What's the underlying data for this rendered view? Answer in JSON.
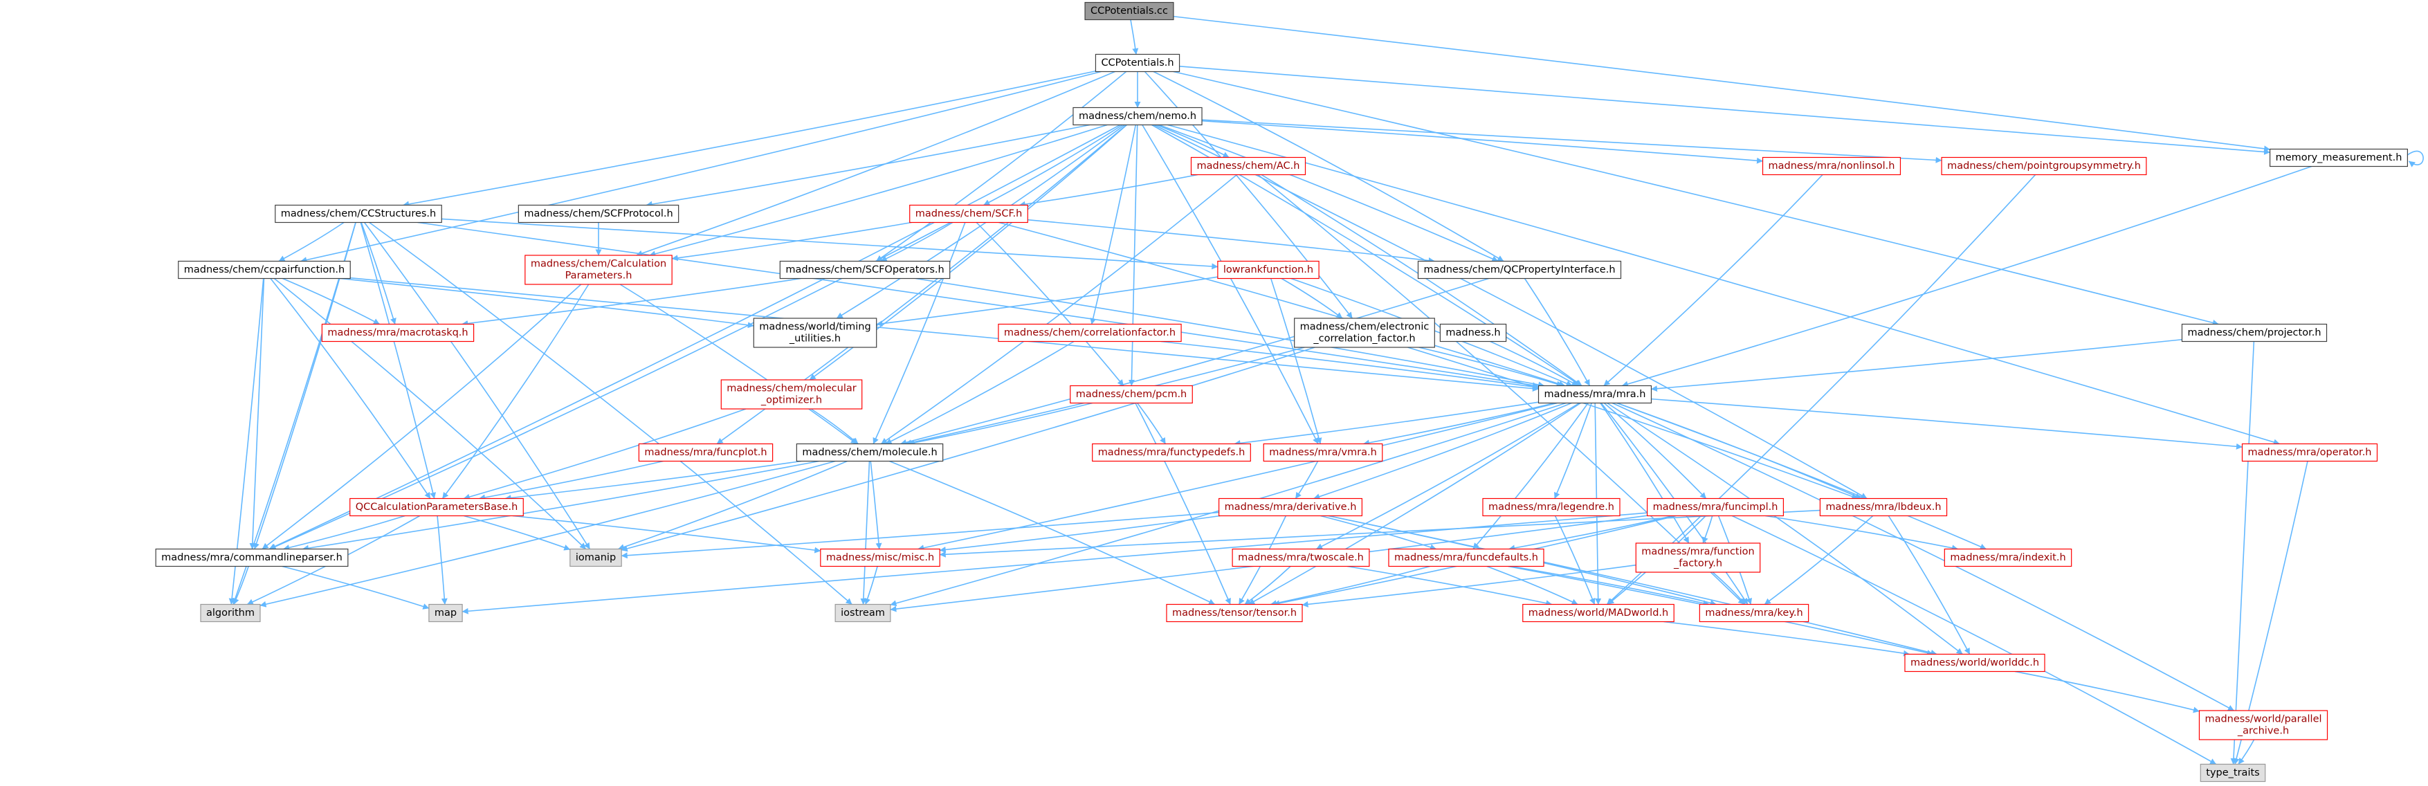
{
  "colors": {
    "edge": "#63b8ff",
    "root_fill": "#999999",
    "normal_fill": "#ffffff",
    "normal_stroke": "#404040",
    "incomplete_stroke": "#ff0000",
    "incomplete_text": "#9a0000",
    "system_fill": "#e0e0e0",
    "system_stroke": "#999999",
    "text": "#000000"
  },
  "nodes": [
    {
      "id": "cc",
      "lines": [
        "CCPotentials.cc"
      ],
      "kind": "root"
    },
    {
      "id": "ch",
      "lines": [
        "CCPotentials.h"
      ],
      "kind": "normal"
    },
    {
      "id": "memm",
      "lines": [
        "memory_measurement.h"
      ],
      "kind": "normal"
    },
    {
      "id": "nemo",
      "lines": [
        "madness/chem/nemo.h"
      ],
      "kind": "normal"
    },
    {
      "id": "ac",
      "lines": [
        "madness/chem/AC.h"
      ],
      "kind": "incomplete"
    },
    {
      "id": "nonlinsol",
      "lines": [
        "madness/mra/nonlinsol.h"
      ],
      "kind": "incomplete"
    },
    {
      "id": "pgs",
      "lines": [
        "madness/chem/pointgroupsymmetry.h"
      ],
      "kind": "incomplete"
    },
    {
      "id": "ccs",
      "lines": [
        "madness/chem/CCStructures.h"
      ],
      "kind": "normal"
    },
    {
      "id": "scfp",
      "lines": [
        "madness/chem/SCFProtocol.h"
      ],
      "kind": "normal"
    },
    {
      "id": "scf",
      "lines": [
        "madness/chem/SCF.h"
      ],
      "kind": "incomplete"
    },
    {
      "id": "ccpf",
      "lines": [
        "madness/chem/ccpairfunction.h"
      ],
      "kind": "normal"
    },
    {
      "id": "calcp",
      "lines": [
        "madness/chem/Calculation",
        "Parameters.h"
      ],
      "kind": "incomplete"
    },
    {
      "id": "scfop",
      "lines": [
        "madness/chem/SCFOperators.h"
      ],
      "kind": "normal"
    },
    {
      "id": "lowrank",
      "lines": [
        "lowrankfunction.h"
      ],
      "kind": "incomplete"
    },
    {
      "id": "qcprop",
      "lines": [
        "madness/chem/QCPropertyInterface.h"
      ],
      "kind": "normal"
    },
    {
      "id": "macrotask",
      "lines": [
        "madness/mra/macrotaskq.h"
      ],
      "kind": "incomplete"
    },
    {
      "id": "timing",
      "lines": [
        "madness/world/timing",
        "_utilities.h"
      ],
      "kind": "normal"
    },
    {
      "id": "corrf",
      "lines": [
        "madness/chem/correlationfactor.h"
      ],
      "kind": "incomplete"
    },
    {
      "id": "ecorr",
      "lines": [
        "madness/chem/electronic",
        "_correlation_factor.h"
      ],
      "kind": "normal"
    },
    {
      "id": "madh",
      "lines": [
        "madness.h"
      ],
      "kind": "normal"
    },
    {
      "id": "proj",
      "lines": [
        "madness/chem/projector.h"
      ],
      "kind": "normal"
    },
    {
      "id": "molopt",
      "lines": [
        "madness/chem/molecular",
        "_optimizer.h"
      ],
      "kind": "incomplete"
    },
    {
      "id": "pcm",
      "lines": [
        "madness/chem/pcm.h"
      ],
      "kind": "incomplete"
    },
    {
      "id": "mra",
      "lines": [
        "madness/mra/mra.h"
      ],
      "kind": "normal"
    },
    {
      "id": "funcplot",
      "lines": [
        "madness/mra/funcplot.h"
      ],
      "kind": "incomplete"
    },
    {
      "id": "molecule",
      "lines": [
        "madness/chem/molecule.h"
      ],
      "kind": "normal"
    },
    {
      "id": "functypedefs",
      "lines": [
        "madness/mra/functypedefs.h"
      ],
      "kind": "incomplete"
    },
    {
      "id": "vmra",
      "lines": [
        "madness/mra/vmra.h"
      ],
      "kind": "incomplete"
    },
    {
      "id": "operator",
      "lines": [
        "madness/mra/operator.h"
      ],
      "kind": "incomplete"
    },
    {
      "id": "qccpb",
      "lines": [
        "QCCalculationParametersBase.h"
      ],
      "kind": "incomplete"
    },
    {
      "id": "derivative",
      "lines": [
        "madness/mra/derivative.h"
      ],
      "kind": "incomplete"
    },
    {
      "id": "legendre",
      "lines": [
        "madness/mra/legendre.h"
      ],
      "kind": "incomplete"
    },
    {
      "id": "funcimpl",
      "lines": [
        "madness/mra/funcimpl.h"
      ],
      "kind": "incomplete"
    },
    {
      "id": "lbdeux",
      "lines": [
        "madness/mra/lbdeux.h"
      ],
      "kind": "incomplete"
    },
    {
      "id": "iomanip",
      "lines": [
        "iomanip"
      ],
      "kind": "system"
    },
    {
      "id": "misc",
      "lines": [
        "madness/misc/misc.h"
      ],
      "kind": "incomplete"
    },
    {
      "id": "cmdline",
      "lines": [
        "madness/mra/commandlineparser.h"
      ],
      "kind": "normal"
    },
    {
      "id": "twoscale",
      "lines": [
        "madness/mra/twoscale.h"
      ],
      "kind": "incomplete"
    },
    {
      "id": "funcdefaults",
      "lines": [
        "madness/mra/funcdefaults.h"
      ],
      "kind": "incomplete"
    },
    {
      "id": "funcfactory",
      "lines": [
        "madness/mra/function",
        "_factory.h"
      ],
      "kind": "incomplete"
    },
    {
      "id": "indexit",
      "lines": [
        "madness/mra/indexit.h"
      ],
      "kind": "incomplete"
    },
    {
      "id": "algorithm",
      "lines": [
        "algorithm"
      ],
      "kind": "system"
    },
    {
      "id": "map",
      "lines": [
        "map"
      ],
      "kind": "system"
    },
    {
      "id": "iostream",
      "lines": [
        "iostream"
      ],
      "kind": "system"
    },
    {
      "id": "tensor",
      "lines": [
        "madness/tensor/tensor.h"
      ],
      "kind": "incomplete"
    },
    {
      "id": "madworld",
      "lines": [
        "madness/world/MADworld.h"
      ],
      "kind": "incomplete"
    },
    {
      "id": "key",
      "lines": [
        "madness/mra/key.h"
      ],
      "kind": "incomplete"
    },
    {
      "id": "worlddc",
      "lines": [
        "madness/world/worlddc.h"
      ],
      "kind": "incomplete"
    },
    {
      "id": "parallel",
      "lines": [
        "madness/world/parallel",
        "_archive.h"
      ],
      "kind": "incomplete"
    },
    {
      "id": "typetraits",
      "lines": [
        "type_traits"
      ],
      "kind": "system"
    }
  ],
  "edges": [
    [
      "cc",
      "ch"
    ],
    [
      "cc",
      "memm"
    ],
    [
      "ch",
      "nemo"
    ],
    [
      "ch",
      "ccs"
    ],
    [
      "ch",
      "ccpf"
    ],
    [
      "ch",
      "calcp"
    ],
    [
      "ch",
      "scfop"
    ],
    [
      "ch",
      "memm"
    ],
    [
      "ch",
      "ecorr"
    ],
    [
      "ch",
      "proj"
    ],
    [
      "ch",
      "qcprop"
    ],
    [
      "memm",
      "memm"
    ],
    [
      "memm",
      "mra"
    ],
    [
      "nemo",
      "ac"
    ],
    [
      "nemo",
      "nonlinsol"
    ],
    [
      "nemo",
      "pgs"
    ],
    [
      "nemo",
      "scfp"
    ],
    [
      "nemo",
      "scf"
    ],
    [
      "nemo",
      "calcp"
    ],
    [
      "nemo",
      "qcprop"
    ],
    [
      "nemo",
      "timing"
    ],
    [
      "nemo",
      "corrf"
    ],
    [
      "nemo",
      "molopt"
    ],
    [
      "nemo",
      "pcm"
    ],
    [
      "nemo",
      "mra"
    ],
    [
      "nemo",
      "funcplot"
    ],
    [
      "nemo",
      "cmdline"
    ],
    [
      "nemo",
      "vmra"
    ],
    [
      "nemo",
      "operator"
    ],
    [
      "nemo",
      "lbdeux"
    ],
    [
      "ac",
      "scf"
    ],
    [
      "ac",
      "mra"
    ],
    [
      "ac",
      "molecule"
    ],
    [
      "ac",
      "key"
    ],
    [
      "nonlinsol",
      "mra"
    ],
    [
      "pgs",
      "madworld"
    ],
    [
      "scfp",
      "calcp"
    ],
    [
      "scf",
      "calcp"
    ],
    [
      "scf",
      "scfop"
    ],
    [
      "scf",
      "qcprop"
    ],
    [
      "scf",
      "pcm"
    ],
    [
      "scf",
      "molecule"
    ],
    [
      "scf",
      "mra"
    ],
    [
      "scf",
      "cmdline"
    ],
    [
      "ccs",
      "ccpf"
    ],
    [
      "ccs",
      "lowrank"
    ],
    [
      "ccs",
      "qccpb"
    ],
    [
      "ccs",
      "macrotask"
    ],
    [
      "ccs",
      "cmdline"
    ],
    [
      "ccs",
      "iomanip"
    ],
    [
      "ccs",
      "algorithm"
    ],
    [
      "ccs",
      "iostream"
    ],
    [
      "ccs",
      "mra"
    ],
    [
      "ccpf",
      "macrotask"
    ],
    [
      "ccpf",
      "timing"
    ],
    [
      "ccpf",
      "mra"
    ],
    [
      "ccpf",
      "qccpb"
    ],
    [
      "ccpf",
      "cmdline"
    ],
    [
      "ccpf",
      "algorithm"
    ],
    [
      "ccpf",
      "iomanip"
    ],
    [
      "calcp",
      "qccpb"
    ],
    [
      "calcp",
      "molecule"
    ],
    [
      "calcp",
      "cmdline"
    ],
    [
      "scfop",
      "macrotask"
    ],
    [
      "scfop",
      "mra"
    ],
    [
      "lowrank",
      "timing"
    ],
    [
      "lowrank",
      "ecorr"
    ],
    [
      "lowrank",
      "mra"
    ],
    [
      "lowrank",
      "vmra"
    ],
    [
      "qcprop",
      "mra"
    ],
    [
      "qcprop",
      "molecule"
    ],
    [
      "corrf",
      "molecule"
    ],
    [
      "corrf",
      "mra"
    ],
    [
      "ecorr",
      "mra"
    ],
    [
      "ecorr",
      "molecule"
    ],
    [
      "ecorr",
      "lbdeux"
    ],
    [
      "ecorr",
      "iomanip"
    ],
    [
      "madh",
      "mra"
    ],
    [
      "proj",
      "mra"
    ],
    [
      "proj",
      "typetraits"
    ],
    [
      "molopt",
      "molecule"
    ],
    [
      "molopt",
      "qccpb"
    ],
    [
      "pcm",
      "molecule"
    ],
    [
      "pcm",
      "functypedefs"
    ],
    [
      "pcm",
      "tensor"
    ],
    [
      "mra",
      "functypedefs"
    ],
    [
      "mra",
      "vmra"
    ],
    [
      "mra",
      "operator"
    ],
    [
      "mra",
      "derivative"
    ],
    [
      "mra",
      "legendre"
    ],
    [
      "mra",
      "funcimpl"
    ],
    [
      "mra",
      "lbdeux"
    ],
    [
      "mra",
      "indexit"
    ],
    [
      "mra",
      "twoscale"
    ],
    [
      "mra",
      "funcdefaults"
    ],
    [
      "mra",
      "funcfactory"
    ],
    [
      "mra",
      "key"
    ],
    [
      "mra",
      "madworld"
    ],
    [
      "mra",
      "worlddc"
    ],
    [
      "mra",
      "parallel"
    ],
    [
      "mra",
      "tensor"
    ],
    [
      "mra",
      "misc"
    ],
    [
      "mra",
      "iostream"
    ],
    [
      "funcplot",
      "qccpb"
    ],
    [
      "molecule",
      "qccpb"
    ],
    [
      "molecule",
      "misc"
    ],
    [
      "molecule",
      "cmdline"
    ],
    [
      "molecule",
      "iostream"
    ],
    [
      "molecule",
      "iomanip"
    ],
    [
      "molecule",
      "tensor"
    ],
    [
      "molecule",
      "algorithm"
    ],
    [
      "vmra",
      "derivative"
    ],
    [
      "operator",
      "typetraits"
    ],
    [
      "qccpb",
      "cmdline"
    ],
    [
      "qccpb",
      "iomanip"
    ],
    [
      "qccpb",
      "map"
    ],
    [
      "qccpb",
      "misc"
    ],
    [
      "qccpb",
      "algorithm"
    ],
    [
      "derivative",
      "funcdefaults"
    ],
    [
      "derivative",
      "tensor"
    ],
    [
      "derivative",
      "key"
    ],
    [
      "derivative",
      "misc"
    ],
    [
      "derivative",
      "iomanip"
    ],
    [
      "derivative",
      "worlddc"
    ],
    [
      "legendre",
      "madworld"
    ],
    [
      "funcimpl",
      "funcdefaults"
    ],
    [
      "funcimpl",
      "funcfactory"
    ],
    [
      "funcimpl",
      "indexit"
    ],
    [
      "funcimpl",
      "key"
    ],
    [
      "funcimpl",
      "madworld"
    ],
    [
      "funcimpl",
      "tensor"
    ],
    [
      "funcimpl",
      "iostream"
    ],
    [
      "funcimpl",
      "map"
    ],
    [
      "funcimpl",
      "typetraits"
    ],
    [
      "lbdeux",
      "key"
    ],
    [
      "lbdeux",
      "worlddc"
    ],
    [
      "lbdeux",
      "misc"
    ],
    [
      "misc",
      "iostream"
    ],
    [
      "cmdline",
      "algorithm"
    ],
    [
      "cmdline",
      "map"
    ],
    [
      "twoscale",
      "tensor"
    ],
    [
      "twoscale",
      "madworld"
    ],
    [
      "funcdefaults",
      "key"
    ],
    [
      "funcdefaults",
      "tensor"
    ],
    [
      "funcdefaults",
      "madworld"
    ],
    [
      "funcdefaults",
      "worlddc"
    ],
    [
      "funcfactory",
      "key"
    ],
    [
      "funcfactory",
      "tensor"
    ],
    [
      "madworld",
      "worlddc"
    ],
    [
      "worlddc",
      "parallel"
    ],
    [
      "parallel",
      "typetraits"
    ]
  ]
}
